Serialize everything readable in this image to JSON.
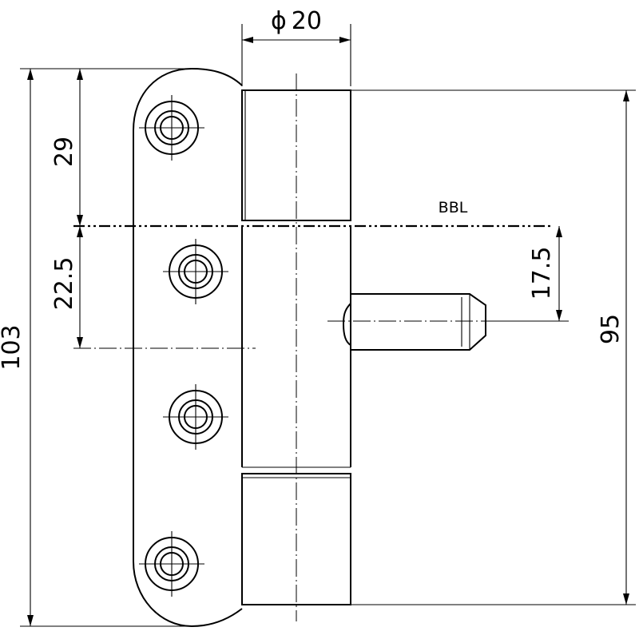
{
  "dimensions": {
    "diameter_symbol": "ϕ",
    "diameter_value": "20",
    "top_to_bbl": "29",
    "bbl_to_hole": "22.5",
    "total_height": "103",
    "pin_offset": "17.5",
    "knuckle_height": "95"
  },
  "labels": {
    "bbl": "BBL"
  }
}
